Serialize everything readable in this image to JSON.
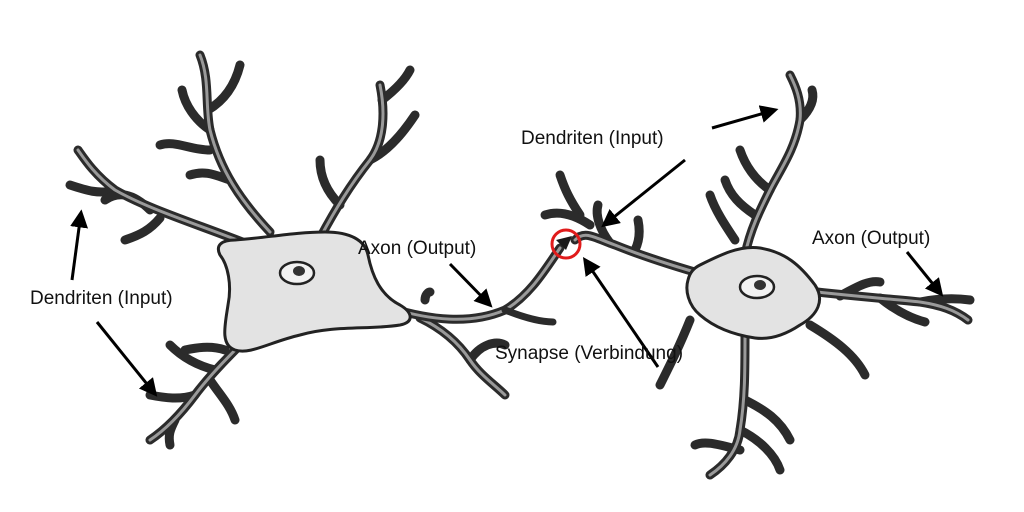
{
  "labels": {
    "left_dendrites": "Dendriten (Input)",
    "left_axon": "Axon (Output)",
    "right_dendrites": "Dendriten (Input)",
    "right_axon": "Axon (Output)",
    "synapse": "Synapse (Verbindung)"
  },
  "colors": {
    "synapse_marker": "#e01b1b",
    "soma": "#e3e3e3",
    "outline": "#222222",
    "arrow": "#000000"
  }
}
